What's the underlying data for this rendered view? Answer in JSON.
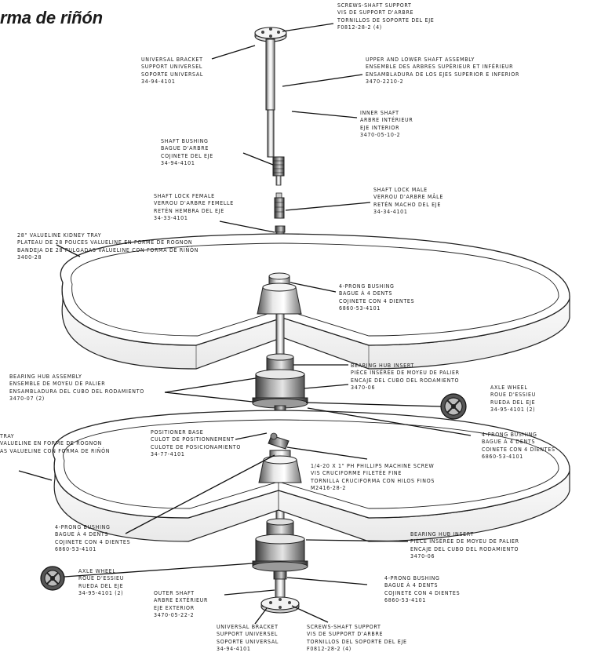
{
  "title": "rma de riñón",
  "callouts": [
    {
      "key": "screws_top",
      "lines": [
        "SCREWS-SHAFT SUPPORT",
        "VIS DE SUPPORT D'ARBRE",
        "TORNILLOS DE SOPORTE DEL EJE",
        "F0812-28-2 (4)"
      ]
    },
    {
      "key": "bracket_top",
      "lines": [
        "UNIVERSAL BRACKET",
        "SUPPORT UNIVERSEL",
        "SOPORTE UNIVERSAL",
        "34-94-4101"
      ]
    },
    {
      "key": "shaft_assembly",
      "lines": [
        "UPPER AND LOWER SHAFT ASSEMBLY",
        "ENSEMBLE DES ARBRES SUPÉRIEUR ET INFÉRIEUR",
        "ENSAMBLADURA DE LOS EJES SUPERIOR E INFERIOR",
        "3470-2210-2"
      ]
    },
    {
      "key": "inner_shaft",
      "lines": [
        "INNER SHAFT",
        "ARBRE INTÉRIEUR",
        "EJE INTERIOR",
        "3470-05-10-2"
      ]
    },
    {
      "key": "shaft_bushing",
      "lines": [
        "SHAFT BUSHING",
        "BAGUE D'ARBRE",
        "COJINETE DEL EJE",
        "34-94-4101"
      ]
    },
    {
      "key": "lock_female",
      "lines": [
        "SHAFT LOCK FEMALE",
        "VERROU D'ARBRE FEMELLE",
        "RETÉN HEMBRA DEL EJE",
        "34-33-4101"
      ]
    },
    {
      "key": "lock_male",
      "lines": [
        "SHAFT LOCK MALE",
        "VERROU D'ARBRE MÂLE",
        "RETÉN MACHO DEL EJE",
        "34-34-4101"
      ]
    },
    {
      "key": "tray_top",
      "lines": [
        "28\" VALUELINE KIDNEY TRAY",
        "PLATEAU DE 28 POUCES VALUELINE EN FORME DE ROGNON",
        "BANDEJA DE 28 PULGADAS VALUELINE CON FORMA DE RIÑÓN",
        "3400-28"
      ]
    },
    {
      "key": "prong_upper",
      "lines": [
        "4-PRONG BUSHING",
        "BAGUE À 4 DENTS",
        "COJINETE CON 4 DIENTES",
        "6860-53-4101"
      ]
    },
    {
      "key": "hub_insert_upper",
      "lines": [
        "BEARING HUB INSERT",
        "PIÈCE INSÉRÉE DE MOYEU DE PALIER",
        "ENCAJE DEL CUBO DEL RODAMIENTO",
        "3470-06"
      ]
    },
    {
      "key": "hub_assembly",
      "lines": [
        "BEARING HUB ASSEMBLY",
        "ENSEMBLE DE MOYEU DE PALIER",
        "ENSAMBLADURA DEL CUBO DEL RODAMIENTO",
        "3470-07 (2)"
      ]
    },
    {
      "key": "axle_right",
      "lines": [
        "AXLE WHEEL",
        "ROUE D'ESSIEU",
        "RUEDA DEL EJE",
        "34-95-4101 (2)"
      ]
    },
    {
      "key": "prong_right",
      "lines": [
        "4-PRONG BUSHING",
        "BAGUE À 4 DENTS",
        "COINETE CON 4 DIENTES",
        "6860-53-4101"
      ]
    },
    {
      "key": "tray_bottom",
      "lines": [
        "TRAY",
        "VALUELINE EN FORME DE ROGNON",
        "AS VALUELINE CON FORMA DE RIÑÓN"
      ]
    },
    {
      "key": "positioner",
      "lines": [
        "POSITIONER BASE",
        "CULOT DE POSITIONNEMENT",
        "CULOTE DE POSICIONAMIENTO",
        "34-77-4101"
      ]
    },
    {
      "key": "screw_machine",
      "lines": [
        "1/4-20 X 1\" PH PHILLIPS MACHINE SCREW",
        "VIS CRUCIFORME FILETÉE FINE",
        "TORNILLA CRUCIFORMA CON HILOS FINOS",
        "M2416-28-2"
      ]
    },
    {
      "key": "prong_lower_left",
      "lines": [
        "4-PRONG BUSHING",
        "BAGUE À 4 DENTS",
        "COJINETE CON 4 DIENTES",
        "6860-53-4101"
      ]
    },
    {
      "key": "hub_insert_lower",
      "lines": [
        "BEARING HUB INSERT",
        "PIÈCE INSÉRÉE DE MOYEU DE PALIER",
        "ENCAJE DEL CUBO DEL RODAMIENTO",
        "3470-06"
      ]
    },
    {
      "key": "axle_left",
      "lines": [
        "AXLE WHEEL",
        "ROUE D'ESSIEU",
        "RUEDA DEL EJE",
        "34-95-4101 (2)"
      ]
    },
    {
      "key": "prong_bottom",
      "lines": [
        "4-PRONG BUSHING",
        "BAGUE À 4 DENTS",
        "COJINETE CON 4 DIENTES",
        "6860-53-4101"
      ]
    },
    {
      "key": "outer_shaft",
      "lines": [
        "OUTER SHAFT",
        "ARBRE EXTÉRIEUR",
        "EJE EXTERIOR",
        "3470-05-22-2"
      ]
    },
    {
      "key": "bracket_bottom",
      "lines": [
        "UNIVERSAL BRACKET",
        "SUPPORT UNIVERSEL",
        "SOPORTE UNIVERSAL",
        "34-94-4101"
      ]
    },
    {
      "key": "screws_bottom",
      "lines": [
        "SCREWS-SHAFT SUPPORT",
        "VIS DE SUPPORT D'ARBRE",
        "TORNILLOS DEL SOPORTE DEL EJE",
        "F0812-28-2 (4)"
      ]
    }
  ]
}
